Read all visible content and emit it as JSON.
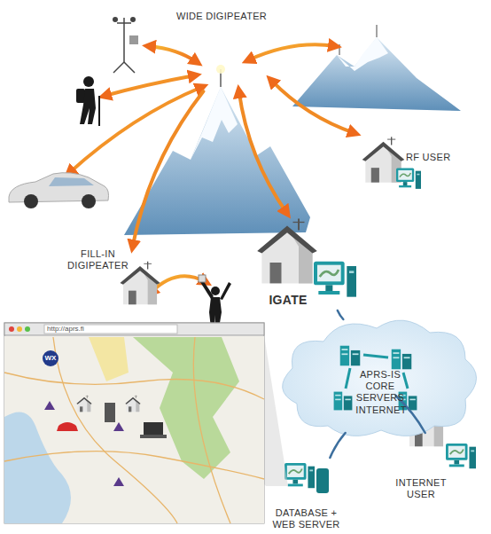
{
  "diagram": {
    "nodes": [
      {
        "text": [
          "WIDE DIGIPEATER"
        ]
      },
      {
        "text": [
          "RF USER"
        ]
      },
      {
        "text": [
          "FILL-IN DIGIPEATER"
        ]
      },
      {
        "text": [
          "IGATE"
        ]
      },
      {
        "text": [
          "APRS-IS CORE SERVERS",
          "INTERNET"
        ]
      },
      {
        "text": [
          "INTERNET USER"
        ]
      },
      {
        "text": [
          "DATABASE + WEB SERVER"
        ]
      }
    ],
    "edges": [
      {
        "from": 0,
        "to": 1,
        "arrow": "both"
      },
      {
        "from": 0,
        "to": 2,
        "arrow": "to"
      },
      {
        "from": 0,
        "to": 3,
        "arrow": "both"
      },
      {
        "from": 3,
        "to": 4,
        "arrow": "none"
      },
      {
        "from": 4,
        "to": 5,
        "arrow": "none"
      },
      {
        "from": 4,
        "to": 6,
        "arrow": "none"
      }
    ],
    "labels": [
      "http://aprs.fi",
      "WX"
    ]
  }
}
